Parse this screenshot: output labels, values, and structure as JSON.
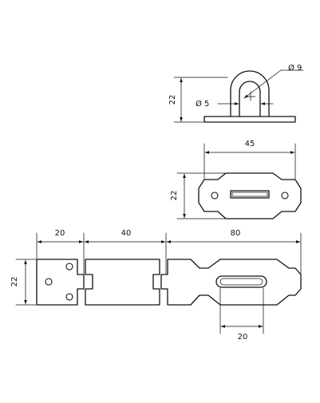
{
  "drawing": {
    "staple_side": {
      "height_label": "22",
      "hole_label": "Ø 5",
      "outer_label": "Ø 9"
    },
    "staple_top": {
      "width_label": "45",
      "height_label": "22"
    },
    "hasp": {
      "height_label": "22",
      "section1_label": "20",
      "section2_label": "40",
      "section3_label": "80",
      "slot_label": "20"
    }
  }
}
